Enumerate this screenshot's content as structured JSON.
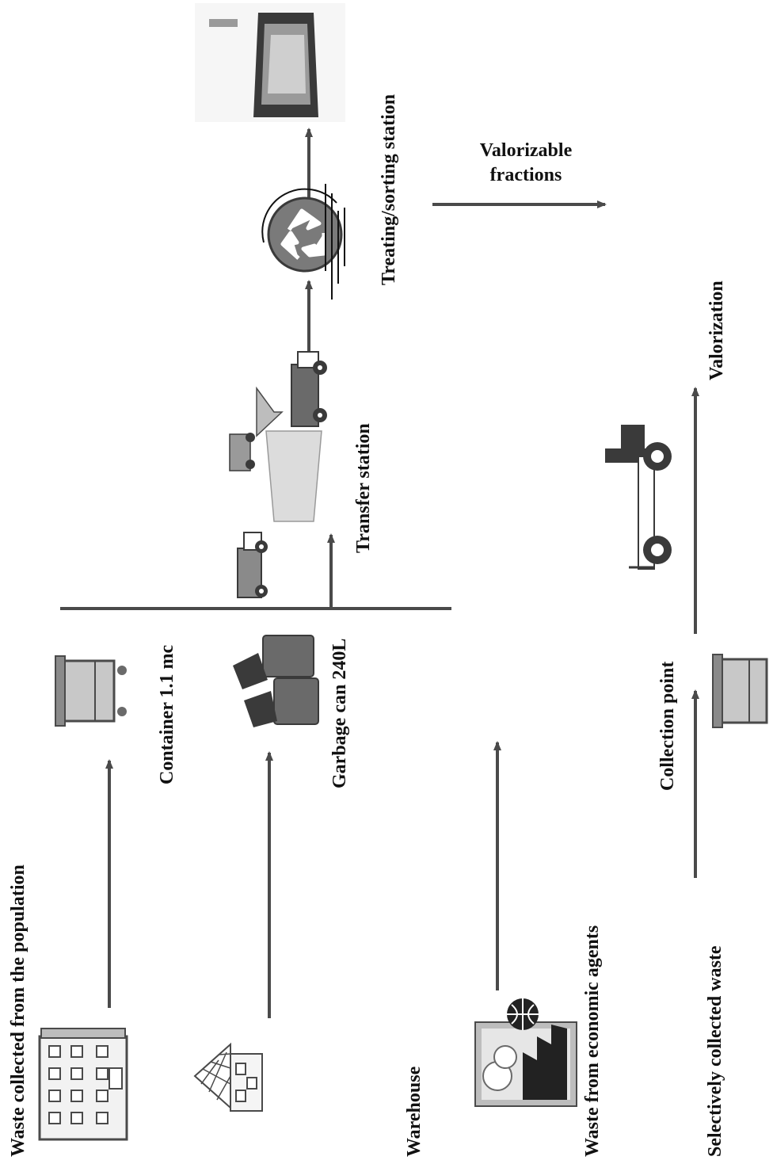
{
  "diagram": {
    "labels": {
      "population": "Waste collected from the population",
      "container": "Container 1.1 mc",
      "garbage_can": "Garbage can  240L",
      "warehouse": "Warehouse",
      "economic_agents": "Waste from economic agents",
      "selective": "Selectively collected waste",
      "collection_point": "Collection point",
      "transfer_station": "Transfer station",
      "treating_station": "Treating/sorting station",
      "valorization": "Valorization",
      "valorizable_line1": "Valorizable",
      "valorizable_line2": "fractions"
    },
    "colors": {
      "arrow": "#4a4a4a",
      "text": "#111111",
      "icon_gray": "#8a8a8a",
      "icon_dark": "#3a3a3a"
    },
    "icons": [
      "apartment-building-icon",
      "house-icon",
      "factory-icon",
      "container-bin-icon",
      "garbage-cans-icon",
      "small-truck-icon",
      "transfer-station-icon",
      "recycling-symbol-icon",
      "landfill-icon",
      "flatbed-truck-icon",
      "collection-bin-icon"
    ]
  }
}
